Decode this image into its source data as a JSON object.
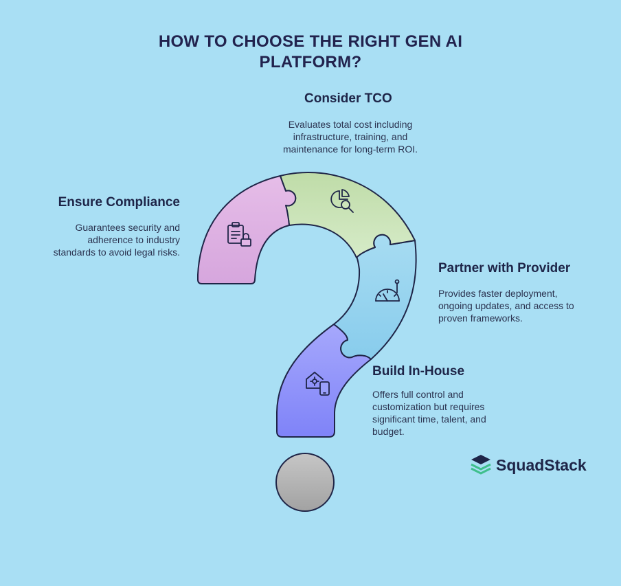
{
  "title": {
    "line1": "HOW TO CHOOSE THE RIGHT GEN AI",
    "line2": "PLATFORM?"
  },
  "steps": [
    {
      "heading": "Consider TCO",
      "lines": [
        "Evaluates total cost including",
        "infrastructure, training, and",
        "maintenance for long-term ROI."
      ],
      "icon": "pie-chart-search-icon",
      "color": "#c9e1b8"
    },
    {
      "heading": "Ensure Compliance",
      "lines": [
        "Guarantees security and",
        "adherence to industry",
        "standards to avoid legal risks."
      ],
      "icon": "clipboard-lock-icon",
      "color": "#dcb1e3"
    },
    {
      "heading": "Partner with Provider",
      "lines": [
        "Provides faster deployment,",
        "ongoing updates, and access to",
        "proven frameworks."
      ],
      "icon": "gauge-icon",
      "color": "#93d4ef"
    },
    {
      "heading": "Build In-House",
      "lines": [
        "Offers full control and",
        "customization but requires",
        "significant time, talent, and",
        "budget."
      ],
      "icon": "home-device-icon",
      "color": "#8e93fb"
    }
  ],
  "logo": {
    "text": "SquadStack",
    "icon": "stack-logo-icon",
    "color": "#3fbf8c"
  },
  "colors": {
    "background": "#a9dff4",
    "outline": "#1f2547",
    "dot": "#b3b3b3"
  }
}
